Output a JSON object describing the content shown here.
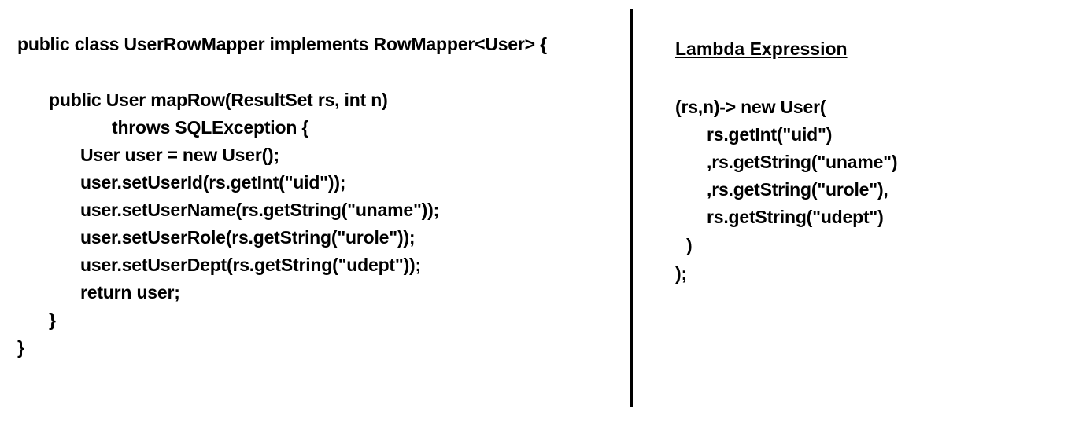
{
  "left_panel": {
    "lines": [
      "public class UserRowMapper implements RowMapper<User> {",
      "public User mapRow(ResultSet rs, int n)",
      "throws SQLException {",
      "User user = new User();",
      "user.setUserId(rs.getInt(\"uid\"));",
      "user.setUserName(rs.getString(\"uname\"));",
      "user.setUserRole(rs.getString(\"urole\"));",
      "user.setUserDept(rs.getString(\"udept\"));",
      "return user;",
      "}",
      "}"
    ]
  },
  "right_panel": {
    "heading": "Lambda Expression",
    "lines": [
      "(rs,n)-> new User(",
      "rs.getInt(\"uid\")",
      ",rs.getString(\"uname\")",
      ",rs.getString(\"urole\"),",
      "rs.getString(\"udept\")",
      ")",
      ");"
    ]
  }
}
